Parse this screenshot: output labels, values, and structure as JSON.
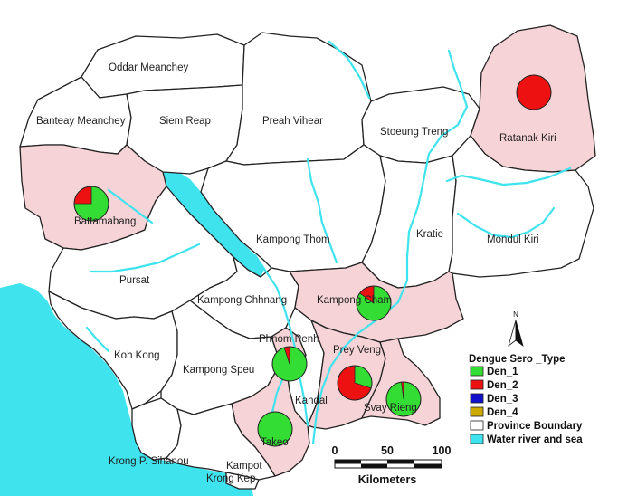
{
  "legend": {
    "title": "Dengue Sero _Type",
    "items": [
      {
        "label": "Den_1",
        "color": "#33dd33"
      },
      {
        "label": "Den_2",
        "color": "#ee1111"
      },
      {
        "label": "Den_3",
        "color": "#1111cc"
      },
      {
        "label": "Den_4",
        "color": "#ccaa00"
      },
      {
        "label": "Province Boundary",
        "color": "#ffffff"
      },
      {
        "label": "Water river and sea",
        "color": "#3fe3ee"
      }
    ]
  },
  "scale": {
    "ticks": [
      "0",
      "50",
      "100"
    ],
    "unit": "Kilometers"
  },
  "north_label": "N",
  "provinces": [
    {
      "name": "Oddar Meanchey",
      "affected": false
    },
    {
      "name": "Banteay Meanchey",
      "affected": false
    },
    {
      "name": "Siem Reap",
      "affected": false
    },
    {
      "name": "Preah Vihear",
      "affected": false
    },
    {
      "name": "Stoeung Treng",
      "affected": false
    },
    {
      "name": "Ratanak Kiri",
      "affected": true
    },
    {
      "name": "Battamabang",
      "affected": true
    },
    {
      "name": "Kampong Thom",
      "affected": false
    },
    {
      "name": "Kratie",
      "affected": false
    },
    {
      "name": "Mondul Kiri",
      "affected": false
    },
    {
      "name": "Pursat",
      "affected": false
    },
    {
      "name": "Kampong Chhnang",
      "affected": false
    },
    {
      "name": "Kampong Cham",
      "affected": true
    },
    {
      "name": "Koh Kong",
      "affected": false
    },
    {
      "name": "Phnom Penh",
      "affected": true
    },
    {
      "name": "Prey Veng",
      "affected": true
    },
    {
      "name": "Kampong Speu",
      "affected": false
    },
    {
      "name": "Kandal",
      "affected": false
    },
    {
      "name": "Svay Rieng",
      "affected": true
    },
    {
      "name": "Takeo",
      "affected": true
    },
    {
      "name": "Krong P. Sihanou",
      "affected": false
    },
    {
      "name": "Kampot",
      "affected": false
    },
    {
      "name": "Krong Kep",
      "affected": false
    }
  ],
  "pies": [
    {
      "province": "Ratanak Kiri",
      "den_1": 0,
      "den_2": 1.0,
      "den_3": 0,
      "den_4": 0
    },
    {
      "province": "Battamabang",
      "den_1": 0.75,
      "den_2": 0.25,
      "den_3": 0,
      "den_4": 0
    },
    {
      "province": "Kampong Cham",
      "den_1": 0.85,
      "den_2": 0.15,
      "den_3": 0,
      "den_4": 0
    },
    {
      "province": "Phnom Penh",
      "den_1": 0.95,
      "den_2": 0.05,
      "den_3": 0,
      "den_4": 0
    },
    {
      "province": "Prey Veng",
      "den_1": 0.3,
      "den_2": 0.7,
      "den_3": 0,
      "den_4": 0
    },
    {
      "province": "Svay Rieng",
      "den_1": 0.98,
      "den_2": 0.02,
      "den_3": 0,
      "den_4": 0
    },
    {
      "province": "Takeo",
      "den_1": 1.0,
      "den_2": 0,
      "den_3": 0,
      "den_4": 0
    }
  ]
}
